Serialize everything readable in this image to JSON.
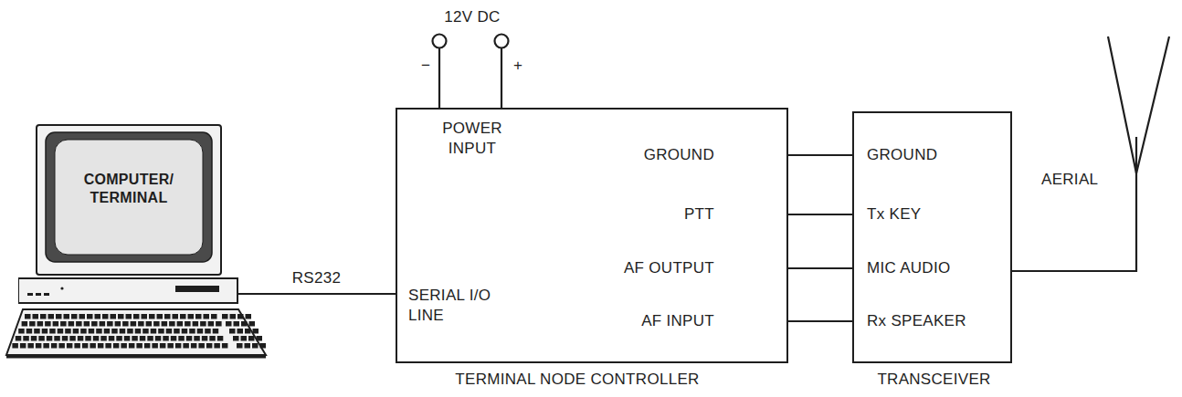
{
  "diagram": {
    "nodes": [
      {
        "text": [
          "COMPUTER/ TERMINAL"
        ]
      },
      {
        "text": [
          "TERMINAL NODE CONTROLLER",
          "POWER INPUT",
          "SERIAL I/O LINE",
          "GROUND",
          "PTT",
          "AF OUTPUT",
          "AF INPUT"
        ]
      },
      {
        "text": [
          "TRANSCEIVER",
          "GROUND",
          "Tx KEY",
          "MIC AUDIO",
          "Rx SPEAKER"
        ]
      }
    ],
    "edges": [
      {
        "from": 0,
        "to": 1,
        "label": "RS232",
        "arrow": "none"
      },
      {
        "from": 1,
        "to": 2,
        "arrow": "none"
      },
      {
        "from": 1,
        "to": 2,
        "arrow": "none"
      },
      {
        "from": 1,
        "to": 2,
        "arrow": "none"
      },
      {
        "from": 1,
        "to": 2,
        "arrow": "none"
      }
    ],
    "labels": [
      "12V DC",
      "−",
      "+",
      "AERIAL"
    ]
  }
}
